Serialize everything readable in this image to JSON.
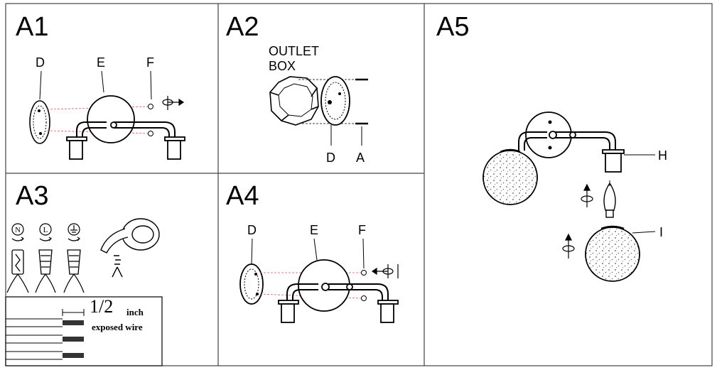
{
  "panels": {
    "a1": {
      "title": "A1",
      "labels": {
        "d": "D",
        "e": "E",
        "f": "F"
      }
    },
    "a2": {
      "title": "A2",
      "outlet_line1": "OUTLET",
      "outlet_line2": "BOX",
      "labels": {
        "d": "D",
        "a": "A"
      }
    },
    "a3": {
      "title": "A3",
      "symbols": {
        "n": "N",
        "l": "L"
      },
      "fraction": "1/2",
      "unit": "inch",
      "caption": "exposed wire"
    },
    "a4": {
      "title": "A4",
      "labels": {
        "d": "D",
        "e": "E",
        "f": "F"
      }
    },
    "a5": {
      "title": "A5",
      "labels": {
        "h": "H",
        "i": "I"
      }
    }
  }
}
